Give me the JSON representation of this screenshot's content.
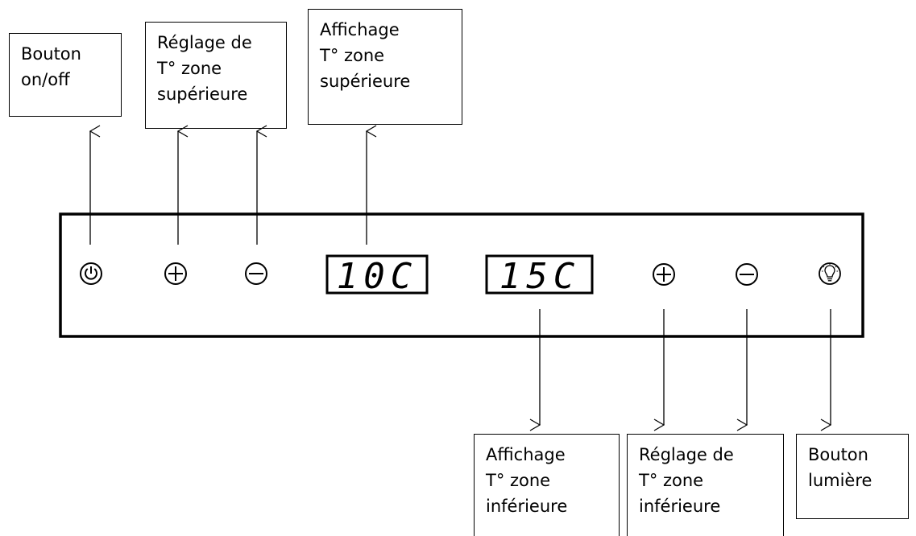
{
  "labels": {
    "power_button": "Bouton\non/off",
    "upper_zone_setting": "Réglage de\nT° zone\nsupérieure",
    "upper_zone_display": "Affichage\nT° zone\nsupérieure",
    "lower_zone_display": "Affichage\nT° zone\ninférieure",
    "lower_zone_setting": "Réglage de\nT° zone\ninférieure",
    "light_button": "Bouton\nlumière"
  },
  "panel": {
    "upper_display": "10C",
    "lower_display": "15C"
  },
  "icons": {
    "power": "power-icon",
    "plus": "plus-icon",
    "minus": "minus-icon",
    "light": "lightbulb-icon"
  },
  "colors": {
    "line": "#000000",
    "background": "#ffffff"
  }
}
